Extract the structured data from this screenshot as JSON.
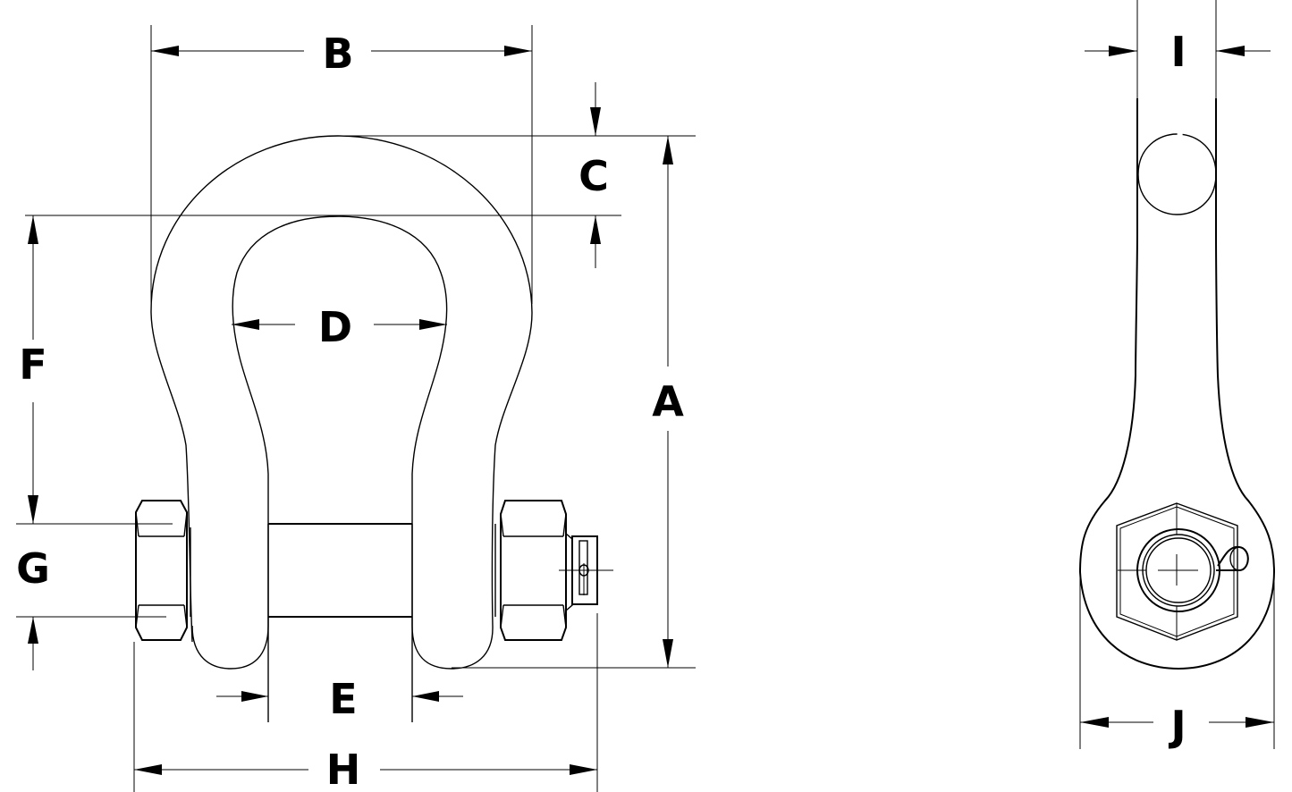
{
  "title": "Bow shackle dimension drawing",
  "views": {
    "front": {
      "labels": {
        "A": "A",
        "B": "B",
        "C": "C",
        "D": "D",
        "E": "E",
        "F": "F",
        "G": "G",
        "H": "H"
      }
    },
    "side": {
      "labels": {
        "I": "I",
        "J": "J"
      }
    }
  },
  "colors": {
    "line": "#000000",
    "background": "#ffffff"
  }
}
